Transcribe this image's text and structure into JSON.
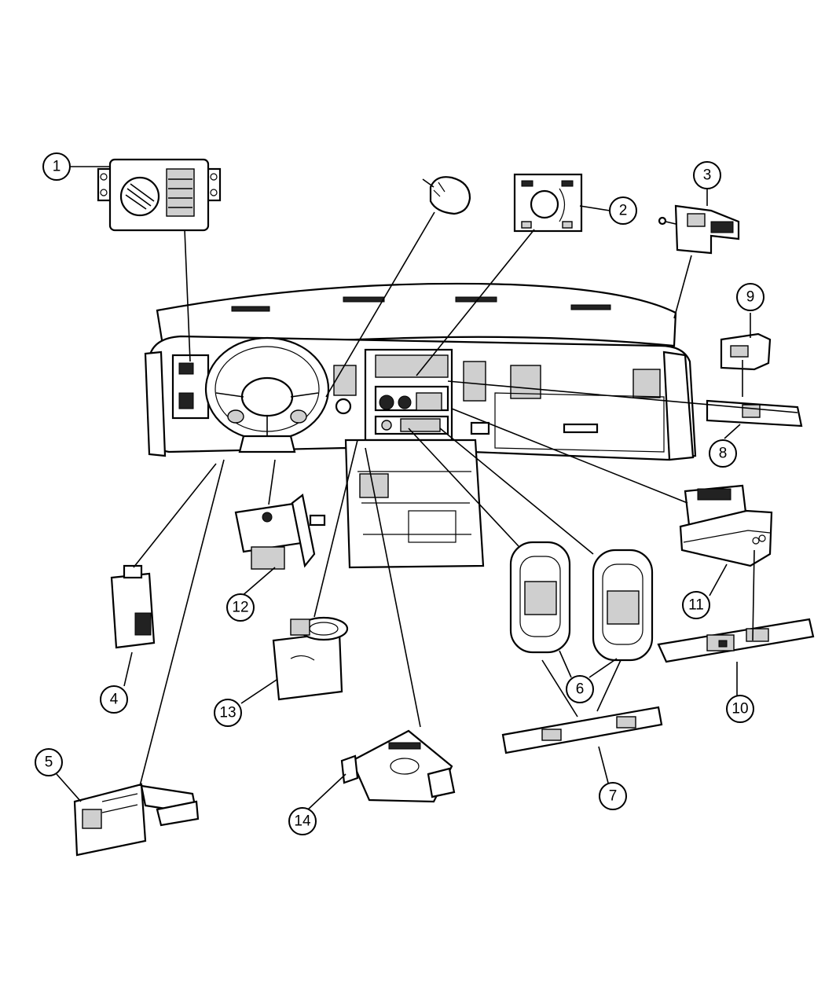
{
  "callouts": [
    {
      "label": "1"
    },
    {
      "label": "2"
    },
    {
      "label": "3"
    },
    {
      "label": "4"
    },
    {
      "label": "5"
    },
    {
      "label": "6"
    },
    {
      "label": "7"
    },
    {
      "label": "8"
    },
    {
      "label": "9"
    },
    {
      "label": "10"
    },
    {
      "label": "11"
    },
    {
      "label": "12"
    },
    {
      "label": "13"
    },
    {
      "label": "14"
    }
  ],
  "colors": {
    "line": "#000000",
    "background": "#ffffff"
  }
}
